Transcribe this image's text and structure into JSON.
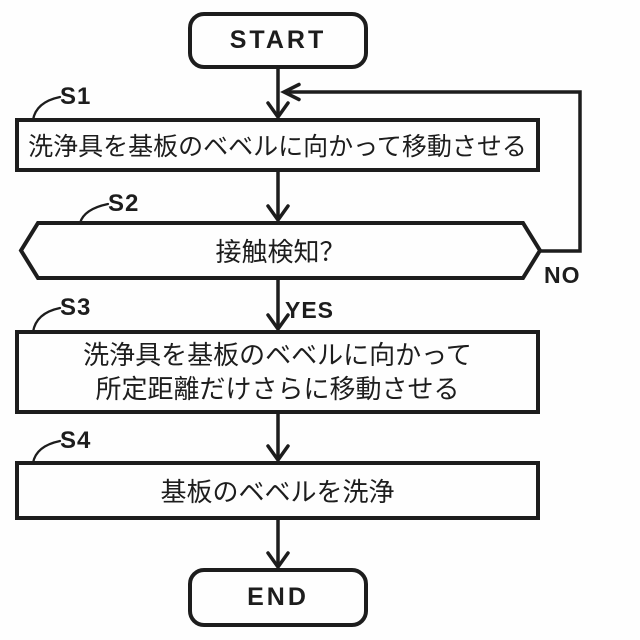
{
  "figure": {
    "background": "#fefefe",
    "line_color": "#1d1d1d"
  },
  "flowchart": {
    "start_label": "START",
    "end_label": "END",
    "steps": {
      "s1": {
        "label": "S1",
        "text": "洗浄具を基板のベベルに向かって移動させる"
      },
      "s2": {
        "label": "S2",
        "text": "接触検知？"
      },
      "s3": {
        "label": "S3",
        "text_line1": "洗浄具を基板のベベルに向かって",
        "text_line2": "所定距離だけさらに移動させる"
      },
      "s4": {
        "label": "S4",
        "text": "基板のベベルを洗浄"
      }
    },
    "branches": {
      "yes": "YES",
      "no": "NO"
    }
  }
}
